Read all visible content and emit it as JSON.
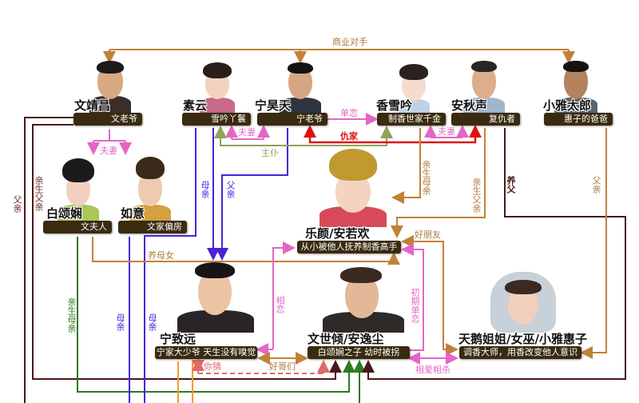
{
  "colors": {
    "business": "#c0823a",
    "spouse": "#e466c4",
    "master": "#8fa35a",
    "enemy": "#e01010",
    "purple": "#4a22d8",
    "darkbrown": "#4a1818",
    "green": "#2f7a1e",
    "label_bg": "#3a2a10"
  },
  "characters": [
    {
      "name": "文靖昌",
      "role": "文老爷"
    },
    {
      "name": "素云",
      "role": "雪吟丫鬟"
    },
    {
      "name": "宁昊天",
      "role": "宁老爷"
    },
    {
      "name": "香雪吟",
      "role": "制香世家千金"
    },
    {
      "name": "安秋声",
      "role": "复仇者"
    },
    {
      "name": "小雅太郎",
      "role": "惠子的爸爸"
    },
    {
      "name": "白颂娴",
      "role": "文夫人"
    },
    {
      "name": "如意",
      "role": "文家偏房"
    },
    {
      "name": "乐颜/安若欢",
      "role": "从小被他人抚养制香高手"
    },
    {
      "name": "宁致远",
      "role": "宁家大少爷 天生没有嗅觉"
    },
    {
      "name": "文世倾/安逸尘",
      "role": "白颂娴之子 幼时被拐"
    },
    {
      "name": "天鹅姐姐/女巫/小雅惠子",
      "role": "调香大师，用香改变他人意识"
    }
  ],
  "relations": {
    "business_rival": "商业对手",
    "spouse_wen": "夫妻",
    "spouse_ning": "夫妻",
    "spouse_an": "夫妻",
    "master_servant": "主仆",
    "unrequited": "单恋",
    "enemy": "仇家",
    "father_left": "父亲",
    "bio_father_left": "亲生父亲",
    "mother_suyun": "母亲",
    "father_ning": "父亲",
    "adoptive_mother_daughter": "养母女",
    "bio_mother": "亲生母亲",
    "bio_father": "亲生父亲",
    "adoptive_father": "养父",
    "father_right": "父亲",
    "good_friend": "好朋友",
    "in_love": "相恋",
    "early_unrequited": "初期单恋",
    "good_brothers": "好哥们",
    "guess": "你猜",
    "love_kill": "相爱相杀",
    "bio_mother_green": "亲生母亲",
    "mother_a": "母亲",
    "mother_b": "母亲"
  }
}
